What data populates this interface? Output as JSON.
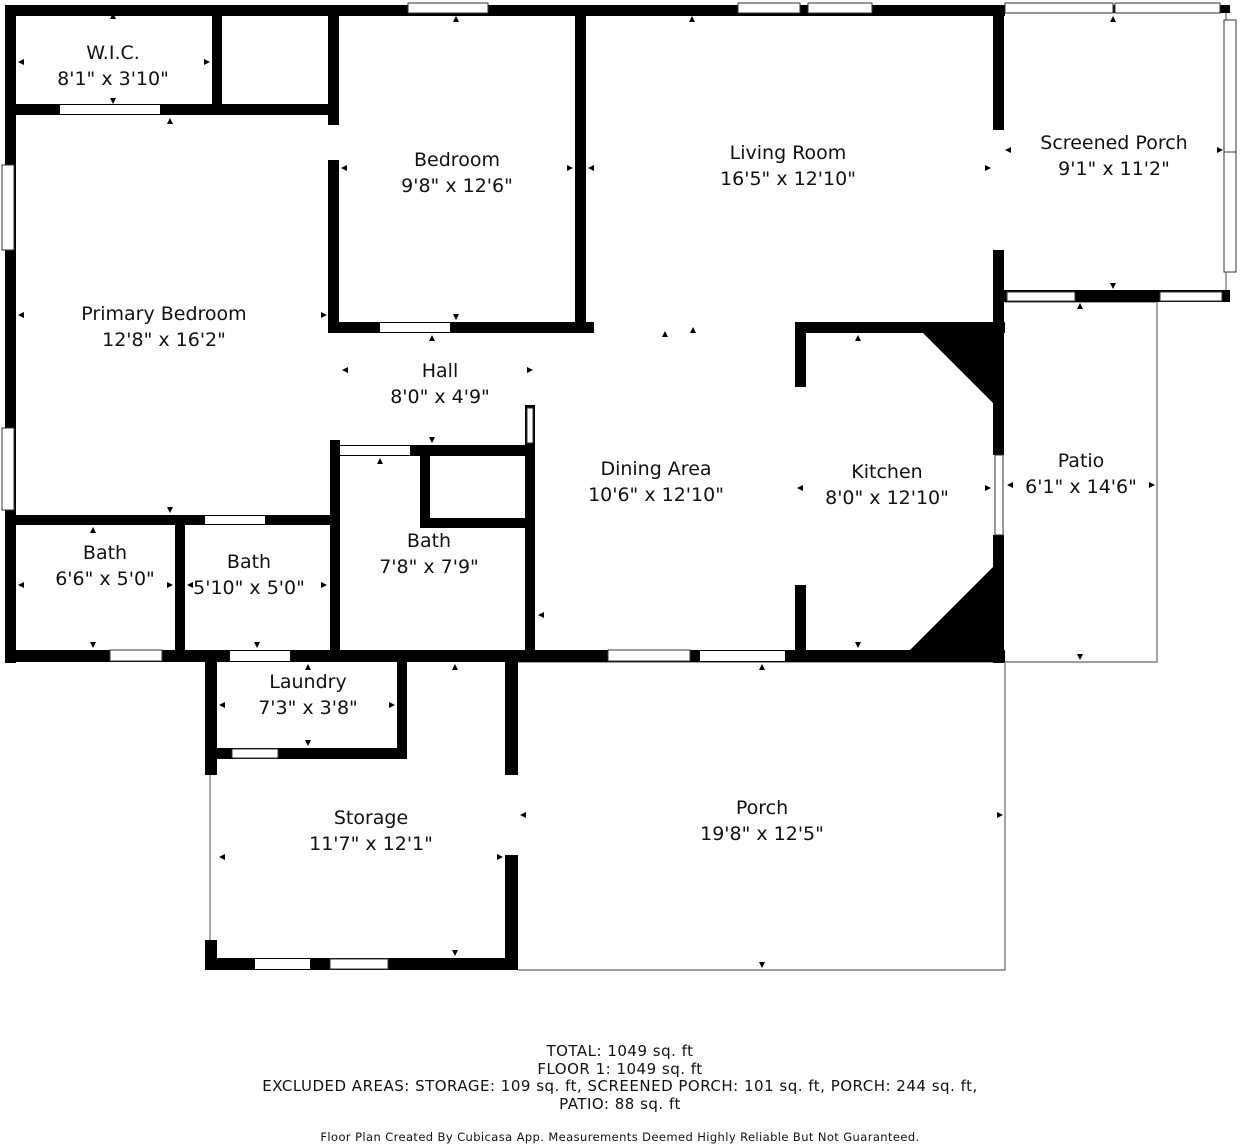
{
  "rooms": {
    "wic": {
      "name": "W.I.C.",
      "size": "8'1\" x 3'10\""
    },
    "bedroom": {
      "name": "Bedroom",
      "size": "9'8\" x 12'6\""
    },
    "living_room": {
      "name": "Living Room",
      "size": "16'5\" x 12'10\""
    },
    "screened_porch": {
      "name": "Screened Porch",
      "size": "9'1\" x 11'2\""
    },
    "primary_bedroom": {
      "name": "Primary Bedroom",
      "size": "12'8\" x 16'2\""
    },
    "hall": {
      "name": "Hall",
      "size": "8'0\" x 4'9\""
    },
    "dining_area": {
      "name": "Dining Area",
      "size": "10'6\" x 12'10\""
    },
    "kitchen": {
      "name": "Kitchen",
      "size": "8'0\" x 12'10\""
    },
    "patio": {
      "name": "Patio",
      "size": "6'1\" x 14'6\""
    },
    "bath_center": {
      "name": "Bath",
      "size": "7'8\" x 7'9\""
    },
    "bath_left": {
      "name": "Bath",
      "size": "6'6\" x 5'0\""
    },
    "bath_middle": {
      "name": "Bath",
      "size": "5'10\" x 5'0\""
    },
    "laundry": {
      "name": "Laundry",
      "size": "7'3\" x 3'8\""
    },
    "storage": {
      "name": "Storage",
      "size": "11'7\" x 12'1\""
    },
    "porch": {
      "name": "Porch",
      "size": "19'8\" x 12'5\""
    }
  },
  "summary": {
    "total": "TOTAL: 1049 sq. ft",
    "floor": "FLOOR 1: 1049 sq. ft",
    "excluded": "EXCLUDED AREAS: STORAGE: 109 sq. ft, SCREENED PORCH: 101 sq. ft, PORCH: 244 sq. ft,",
    "patio": "PATIO: 88 sq. ft"
  },
  "credit": "Floor Plan Created By Cubicasa App. Measurements Deemed Highly Reliable But Not Guaranteed.",
  "colors": {
    "wall": "#000000",
    "window": "#ffffff",
    "outline": "#555555"
  }
}
